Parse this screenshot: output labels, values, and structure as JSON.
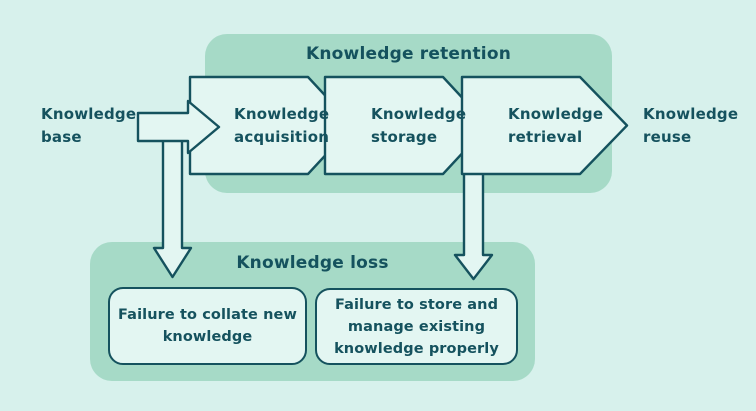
{
  "colors": {
    "page_background": "#d7f1ec",
    "panel_green": "#a6dac7",
    "shape_fill": "#e3f6f2",
    "outline_and_text_teal": "#15525e"
  },
  "side_labels": {
    "knowledge_base": {
      "lines": [
        "Knowledge",
        "base"
      ]
    },
    "knowledge_reuse": {
      "lines": [
        "Knowledge",
        "reuse"
      ]
    }
  },
  "retention": {
    "title": "Knowledge retention",
    "steps": [
      {
        "lines": [
          "Knowledge",
          "acquisition"
        ]
      },
      {
        "lines": [
          "Knowledge",
          "storage"
        ]
      },
      {
        "lines": [
          "Knowledge",
          "retrieval"
        ]
      }
    ]
  },
  "loss": {
    "title": "Knowledge loss",
    "causes": [
      {
        "lines": [
          "Failure to collate new",
          "knowledge"
        ]
      },
      {
        "lines": [
          "Failure to store and",
          "manage existing",
          "knowledge properly"
        ]
      }
    ]
  },
  "icons": {
    "right_arrow": "flow from knowledge base into retention chain",
    "down_arrow_1": "flow from knowledge base into knowledge loss",
    "down_arrow_2": "flow from knowledge retrieval into knowledge loss"
  }
}
